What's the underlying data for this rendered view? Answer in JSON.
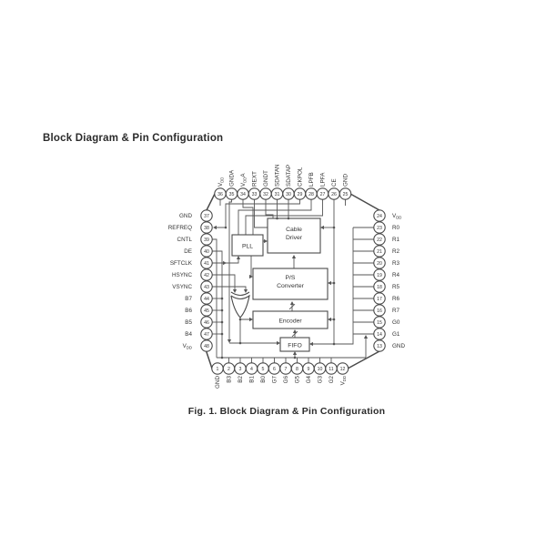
{
  "page": {
    "title": "Block Diagram & Pin Configuration",
    "caption": "Fig. 1. Block Diagram & Pin Configuration"
  },
  "colors": {
    "ink": "#4a4a4a",
    "wire": "#565656",
    "text": "#333333"
  },
  "blocks": {
    "pll": {
      "lines": [
        "PLL"
      ]
    },
    "cable_driver": {
      "lines": [
        "Cable",
        "Driver"
      ]
    },
    "ps_converter": {
      "lines": [
        "P/S",
        "Converter"
      ]
    },
    "encoder": {
      "lines": [
        "Encoder"
      ]
    },
    "fifo": {
      "lines": [
        "FIFO"
      ]
    }
  },
  "pins": {
    "top": [
      {
        "num": 36,
        "label": "VDD"
      },
      {
        "num": 35,
        "label": "GNDA"
      },
      {
        "num": 34,
        "label": "VDDA"
      },
      {
        "num": 33,
        "label": "REXT"
      },
      {
        "num": 32,
        "label": "GNDT"
      },
      {
        "num": 31,
        "label": "SDATAN"
      },
      {
        "num": 30,
        "label": "SDATAP"
      },
      {
        "num": 29,
        "label": "CKPOL"
      },
      {
        "num": 28,
        "label": "LPFB"
      },
      {
        "num": 27,
        "label": "LPFA"
      },
      {
        "num": 26,
        "label": "CE"
      },
      {
        "num": 25,
        "label": "GND"
      }
    ],
    "left": [
      {
        "num": 37,
        "label": "GND"
      },
      {
        "num": 38,
        "label": "REFREQ"
      },
      {
        "num": 39,
        "label": "CNTL"
      },
      {
        "num": 40,
        "label": "DE"
      },
      {
        "num": 41,
        "label": "SFTCLK"
      },
      {
        "num": 42,
        "label": "HSYNC"
      },
      {
        "num": 43,
        "label": "VSYNC"
      },
      {
        "num": 44,
        "label": "B7"
      },
      {
        "num": 45,
        "label": "B6"
      },
      {
        "num": 46,
        "label": "B5"
      },
      {
        "num": 47,
        "label": "B4"
      },
      {
        "num": 48,
        "label": "VDD"
      }
    ],
    "right": [
      {
        "num": 24,
        "label": "VDD"
      },
      {
        "num": 23,
        "label": "R0"
      },
      {
        "num": 22,
        "label": "R1"
      },
      {
        "num": 21,
        "label": "R2"
      },
      {
        "num": 20,
        "label": "R3"
      },
      {
        "num": 19,
        "label": "R4"
      },
      {
        "num": 18,
        "label": "R5"
      },
      {
        "num": 17,
        "label": "R6"
      },
      {
        "num": 16,
        "label": "R7"
      },
      {
        "num": 15,
        "label": "G0"
      },
      {
        "num": 14,
        "label": "G1"
      },
      {
        "num": 13,
        "label": "GND"
      }
    ],
    "bottom": [
      {
        "num": 1,
        "label": "GND"
      },
      {
        "num": 2,
        "label": "B3"
      },
      {
        "num": 3,
        "label": "B2"
      },
      {
        "num": 4,
        "label": "B1"
      },
      {
        "num": 5,
        "label": "B0"
      },
      {
        "num": 6,
        "label": "G7"
      },
      {
        "num": 7,
        "label": "G6"
      },
      {
        "num": 8,
        "label": "G5"
      },
      {
        "num": 9,
        "label": "G4"
      },
      {
        "num": 10,
        "label": "G3"
      },
      {
        "num": 11,
        "label": "G2"
      },
      {
        "num": 12,
        "label": "VDD"
      }
    ]
  }
}
